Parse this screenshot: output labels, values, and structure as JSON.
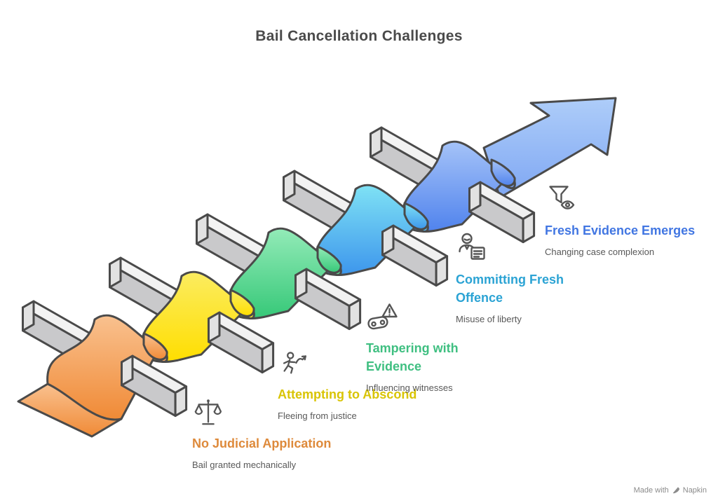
{
  "title": "Bail Cancellation Challenges",
  "steps": [
    {
      "id": 1,
      "title": "No Judicial Application",
      "subtitle": "Bail granted mechanically",
      "color": "#DE8A3B",
      "icon": "scales-of-justice-icon",
      "gradient": [
        "#F9C18F",
        "#F08A36"
      ]
    },
    {
      "id": 2,
      "title": "Attempting to Abscond",
      "subtitle": "Fleeing from justice",
      "color": "#D9C405",
      "icon": "running-person-icon",
      "gradient": [
        "#FBEC60",
        "#FFDE00"
      ]
    },
    {
      "id": 3,
      "title": "Tampering with Evidence",
      "subtitle": "Influencing witnesses",
      "color": "#3FBF81",
      "icon": "evidence-chain-warning-icon",
      "gradient": [
        "#93EBB8",
        "#36C878"
      ]
    },
    {
      "id": 4,
      "title": "Committing Fresh Offence",
      "subtitle": "Misuse of liberty",
      "color": "#2BA3D4",
      "icon": "offender-record-icon",
      "gradient": [
        "#7FE2F5",
        "#3D96EC"
      ]
    },
    {
      "id": 5,
      "title": "Fresh Evidence Emerges",
      "subtitle": "Changing case complexion",
      "color": "#4176E2",
      "icon": "evidence-funnel-eye-icon",
      "gradient": [
        "#A5C3F8",
        "#5083ED"
      ]
    }
  ],
  "arrow": {
    "gradient": [
      "#AECDF9",
      "#7FA7F3"
    ]
  },
  "bars": {
    "top": "#EFEFEF",
    "front": "#C9C9CB",
    "cap": "#E2E2E2",
    "outline": "#4A4A4A"
  },
  "watermark": {
    "prefix": "Made with",
    "brand": "Napkin"
  }
}
